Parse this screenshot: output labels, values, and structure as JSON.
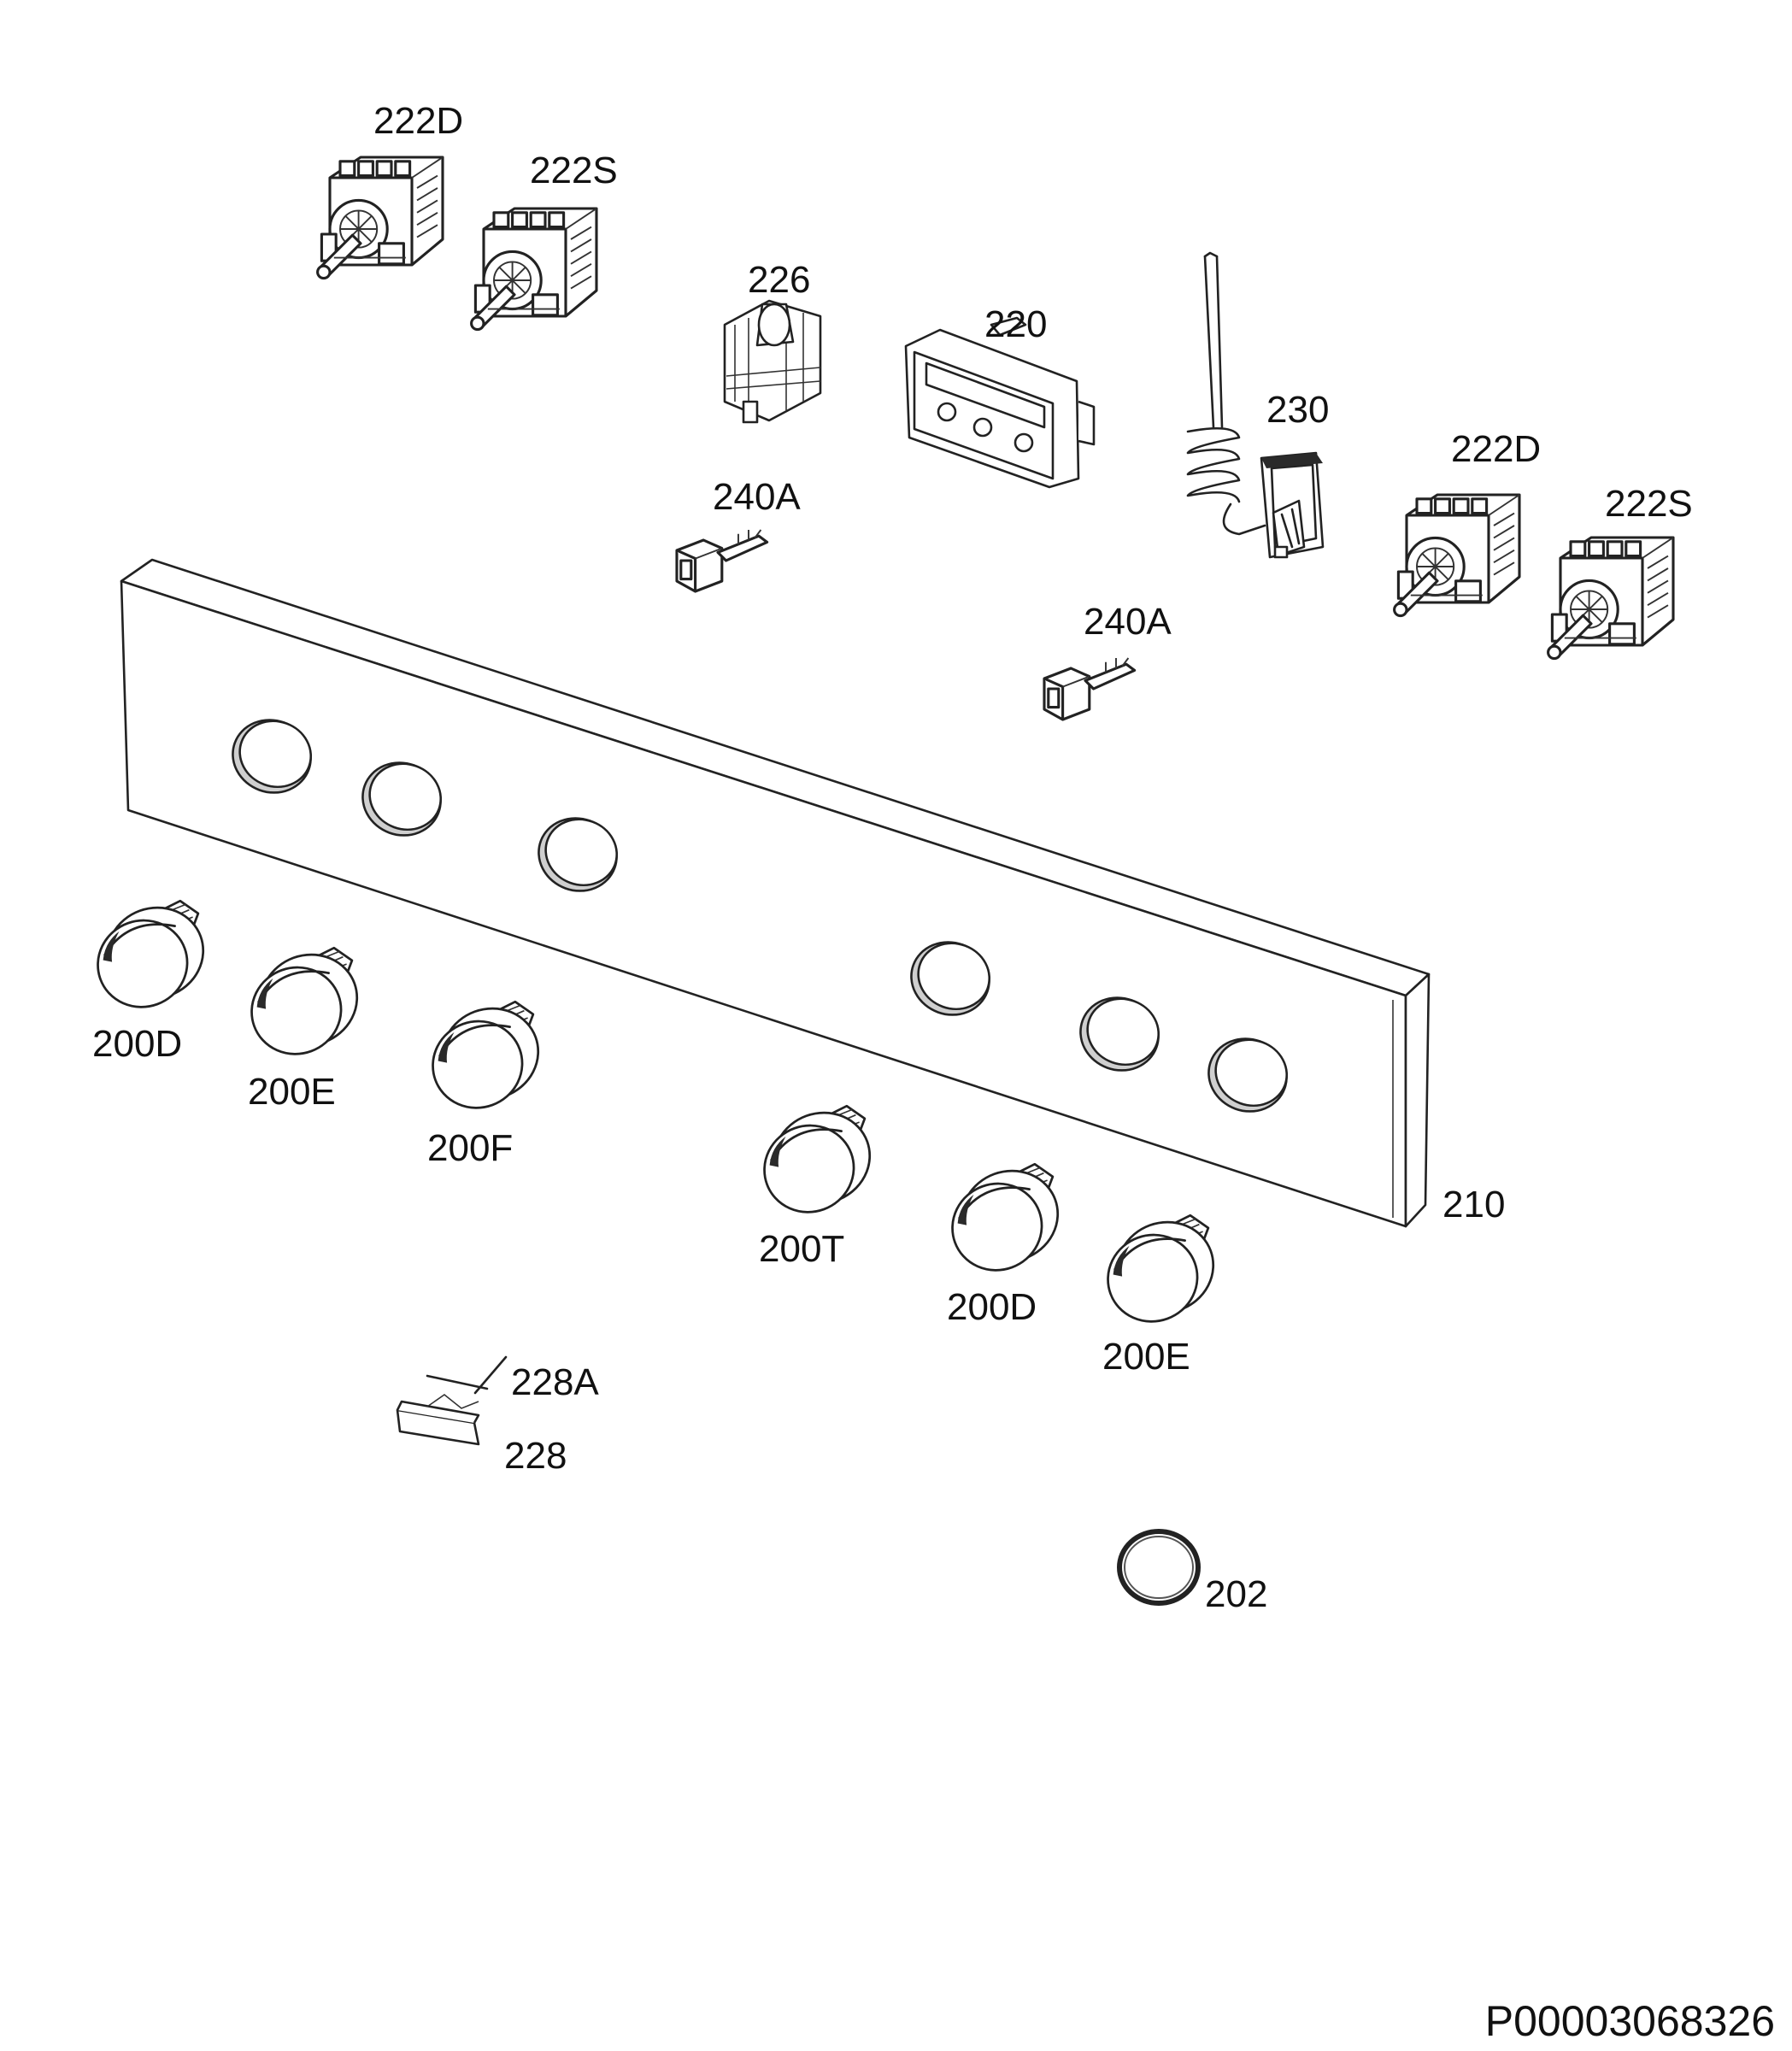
{
  "document_id": "P00003068326",
  "parts": {
    "switch_222D_a": "222D",
    "switch_222S_a": "222S",
    "selector_226": "226",
    "display_220": "220",
    "thermostat_230": "230",
    "switch_222D_b": "222D",
    "switch_222S_b": "222S",
    "lamp_240A_a": "240A",
    "lamp_240A_b": "240A",
    "panel_210": "210",
    "knob_200D_a": "200D",
    "knob_200E_a": "200E",
    "knob_200F": "200F",
    "knob_200T": "200T",
    "knob_200D_b": "200D",
    "knob_200E_b": "200E",
    "bracket_228A": "228A",
    "handle_228": "228",
    "ring_202": "202"
  }
}
